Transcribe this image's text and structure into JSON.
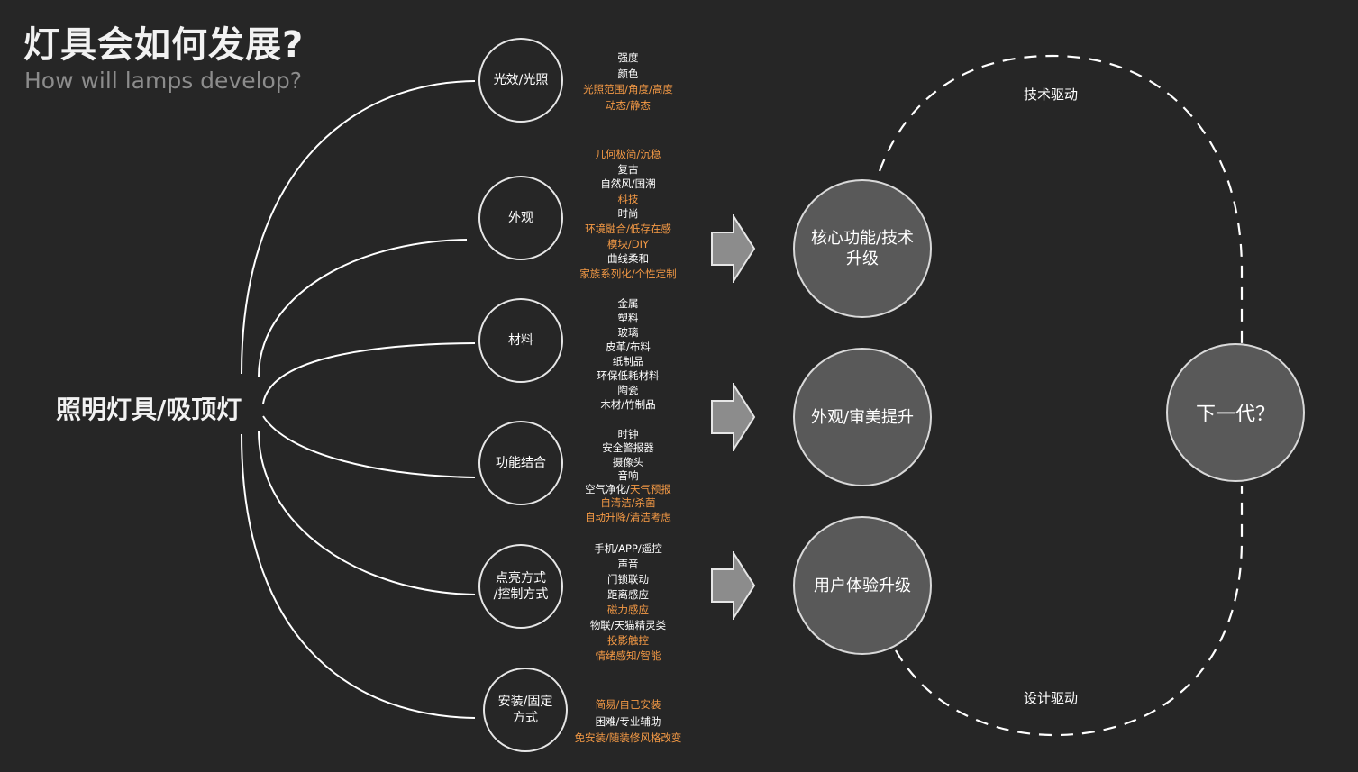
{
  "header": {
    "title": "灯具会如何发展?",
    "subtitle": "How will lamps develop?"
  },
  "root": {
    "label": "照明灯具/吸顶灯"
  },
  "categories": [
    {
      "label": "光效/光照",
      "items": [
        {
          "text": "强度",
          "highlight": false
        },
        {
          "text": "颜色",
          "highlight": false
        },
        {
          "text": "光照范围/角度/高度",
          "highlight": true
        },
        {
          "text": "动态/静态",
          "highlight": true
        }
      ]
    },
    {
      "label": "外观",
      "items": [
        {
          "text": "几何极简/沉稳",
          "highlight": true
        },
        {
          "text": "复古",
          "highlight": false
        },
        {
          "text": "自然风/国潮",
          "highlight": false
        },
        {
          "text": "科技",
          "highlight": true
        },
        {
          "text": "时尚",
          "highlight": false
        },
        {
          "text": "环境融合/低存在感",
          "highlight": true
        },
        {
          "text": "模块/DIY",
          "highlight": true
        },
        {
          "text": "曲线柔和",
          "highlight": false
        },
        {
          "text": "家族系列化/个性定制",
          "highlight": true
        }
      ]
    },
    {
      "label": "材料",
      "items": [
        {
          "text": "金属",
          "highlight": false
        },
        {
          "text": "塑料",
          "highlight": false
        },
        {
          "text": "玻璃",
          "highlight": false
        },
        {
          "text": "皮革/布料",
          "highlight": false
        },
        {
          "text": "纸制品",
          "highlight": false
        },
        {
          "text": "环保低耗材料",
          "highlight": false
        },
        {
          "text": "陶瓷",
          "highlight": false
        },
        {
          "text": "木材/竹制品",
          "highlight": false
        }
      ]
    },
    {
      "label": "功能结合",
      "items": [
        {
          "text": "时钟",
          "highlight": false
        },
        {
          "text": "安全警报器",
          "highlight": false
        },
        {
          "text": "摄像头",
          "highlight": false
        },
        {
          "text": "音响",
          "highlight": false
        },
        {
          "parts": [
            {
              "text": "空气净化/",
              "highlight": false
            },
            {
              "text": "天气预报",
              "highlight": true
            }
          ]
        },
        {
          "text": "自清洁/杀菌",
          "highlight": true
        },
        {
          "text": "自动升降/清洁考虑",
          "highlight": true
        }
      ]
    },
    {
      "label": "点亮方式\n/控制方式",
      "items": [
        {
          "text": "手机/APP/遥控",
          "highlight": false
        },
        {
          "text": "声音",
          "highlight": false
        },
        {
          "text": "门锁联动",
          "highlight": false
        },
        {
          "text": "距离感应",
          "highlight": false
        },
        {
          "text": "磁力感应",
          "highlight": true
        },
        {
          "text": "物联/天猫精灵类",
          "highlight": false
        },
        {
          "text": "投影触控",
          "highlight": true
        },
        {
          "text": "情绪感知/智能",
          "highlight": true
        }
      ]
    },
    {
      "label": "安装/固定\n方式",
      "items": [
        {
          "text": "简易/自己安装",
          "highlight": true
        },
        {
          "text": "困难/专业辅助",
          "highlight": false
        },
        {
          "text": "免安装/随装修风格改变",
          "highlight": true
        }
      ]
    }
  ],
  "goals": [
    {
      "label": "核心功能/技术升级"
    },
    {
      "label": "外观/审美提升"
    },
    {
      "label": "用户体验升级"
    }
  ],
  "next": {
    "label": "下一代？"
  },
  "drivers": {
    "top": "技术驱动",
    "bottom": "设计驱动"
  },
  "colors": {
    "background": "#262626",
    "highlight": "#f59a45",
    "text": "#ffffff",
    "subtitle": "#8c8c8c",
    "goal_fill": "#595959",
    "arrow_fill": "#8c8c8c"
  }
}
